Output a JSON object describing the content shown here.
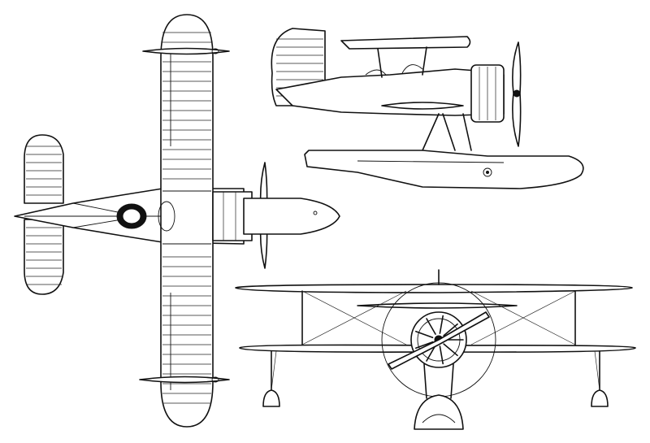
{
  "drawing": {
    "views": [
      {
        "id": "top",
        "description": ""
      },
      {
        "id": "side",
        "description": ""
      },
      {
        "id": "front",
        "description": ""
      }
    ]
  }
}
